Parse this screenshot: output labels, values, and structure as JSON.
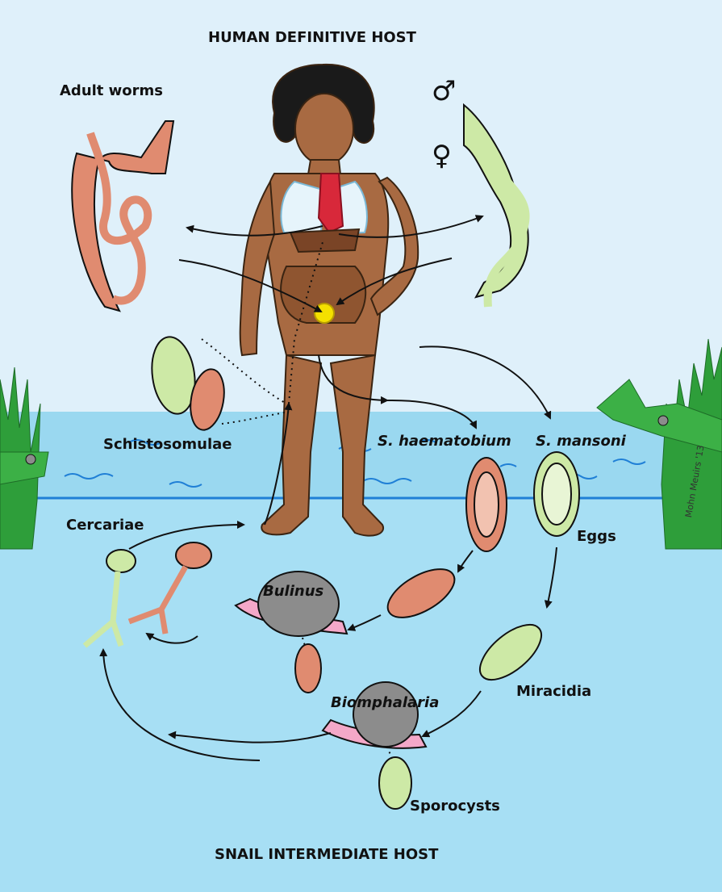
{
  "titles": {
    "top": "HUMAN DEFINITIVE HOST",
    "bottom": "SNAIL INTERMEDIATE HOST"
  },
  "labels": {
    "adult_worms": "Adult worms",
    "male_symbol": "♂",
    "female_symbol": "♀",
    "schistosomulae": "Schistosomulae",
    "cercariae": "Cercariae",
    "s_haematobium": "S. haematobium",
    "s_mansoni": "S. mansoni",
    "eggs": "Eggs",
    "bulinus": "Bulinus",
    "biomphalaria": "Biomphalaria",
    "miracidia": "Miracidia",
    "sporocysts": "Sporocysts",
    "signature": "Mohn Meuirs '13"
  },
  "colors": {
    "sky": "#dff0fa",
    "water": "#a7dff4",
    "water_line": "#1f7fd6",
    "skin": "#a86a42",
    "hair": "#1a1a1a",
    "haematobium_stage": "#e08b70",
    "mansoni_stage": "#cde9a6",
    "snail_shell": "#8c8c8c",
    "snail_body": "#f4a8c8",
    "grass": "#2e9e3a",
    "arrow": "#111111"
  }
}
